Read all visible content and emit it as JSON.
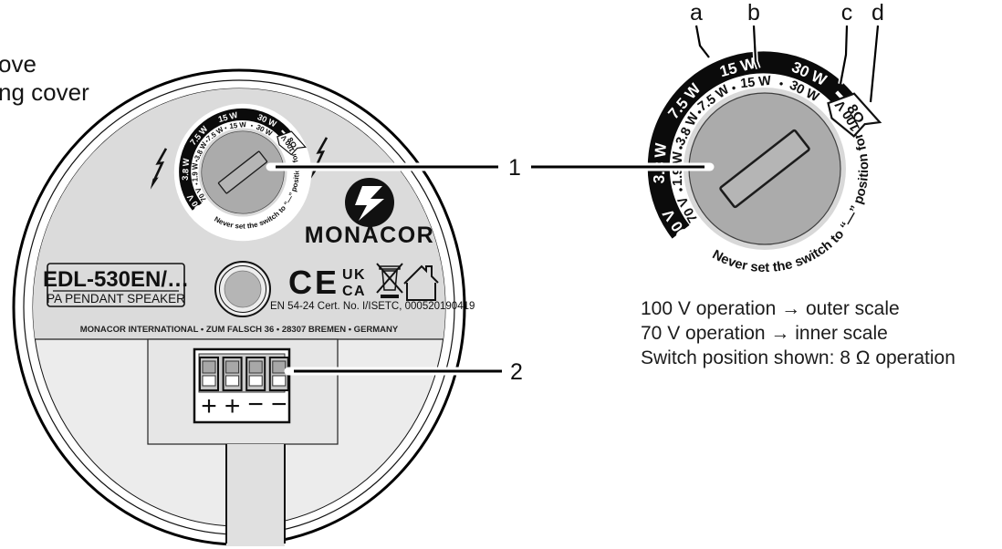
{
  "figure": {
    "cropped_caption": {
      "line1": "ove",
      "line2": "ng cover"
    },
    "callout_1": "1",
    "callout_2": "2",
    "label_a": "a",
    "label_b": "b",
    "label_c": "c",
    "label_d": "d",
    "notes": {
      "line1": "100 V operation → outer scale",
      "line2": "70 V operation → inner scale",
      "line3": "Switch position shown: 8 Ω operation"
    }
  },
  "dial": {
    "outer_scale": [
      "100 V",
      "3.8 W",
      "7.5 W",
      "15 W",
      "30 W"
    ],
    "inner_scale": [
      "70 V",
      "1.9 W",
      "3.8 W",
      "7.5 W",
      "15 W",
      "30 W"
    ],
    "separator_dot": "•",
    "impedance": "8Ω",
    "warning": "Never set the switch to “—” position for 100 V"
  },
  "speaker": {
    "brand": "MONACOR",
    "model": "EDL-530EN/…",
    "product_type": "PA PENDANT SPEAKER",
    "ce_mark": "CE",
    "ukca_line1": "UK",
    "ukca_line2": "CA",
    "certification": "EN 54-24   Cert. No. I/ISETC, 000520190419",
    "address": "MONACOR INTERNATIONAL • ZUM FALSCH 36 • 28307 BREMEN • GERMANY",
    "terminals": [
      "+",
      "+",
      "−",
      "−"
    ]
  },
  "colors": {
    "panel_dark": "#dbdbdb",
    "panel_light": "#ececec",
    "knob": "#ababab",
    "knob_ring": "#d8d8d8",
    "arc_black": "#0b0b0b"
  }
}
